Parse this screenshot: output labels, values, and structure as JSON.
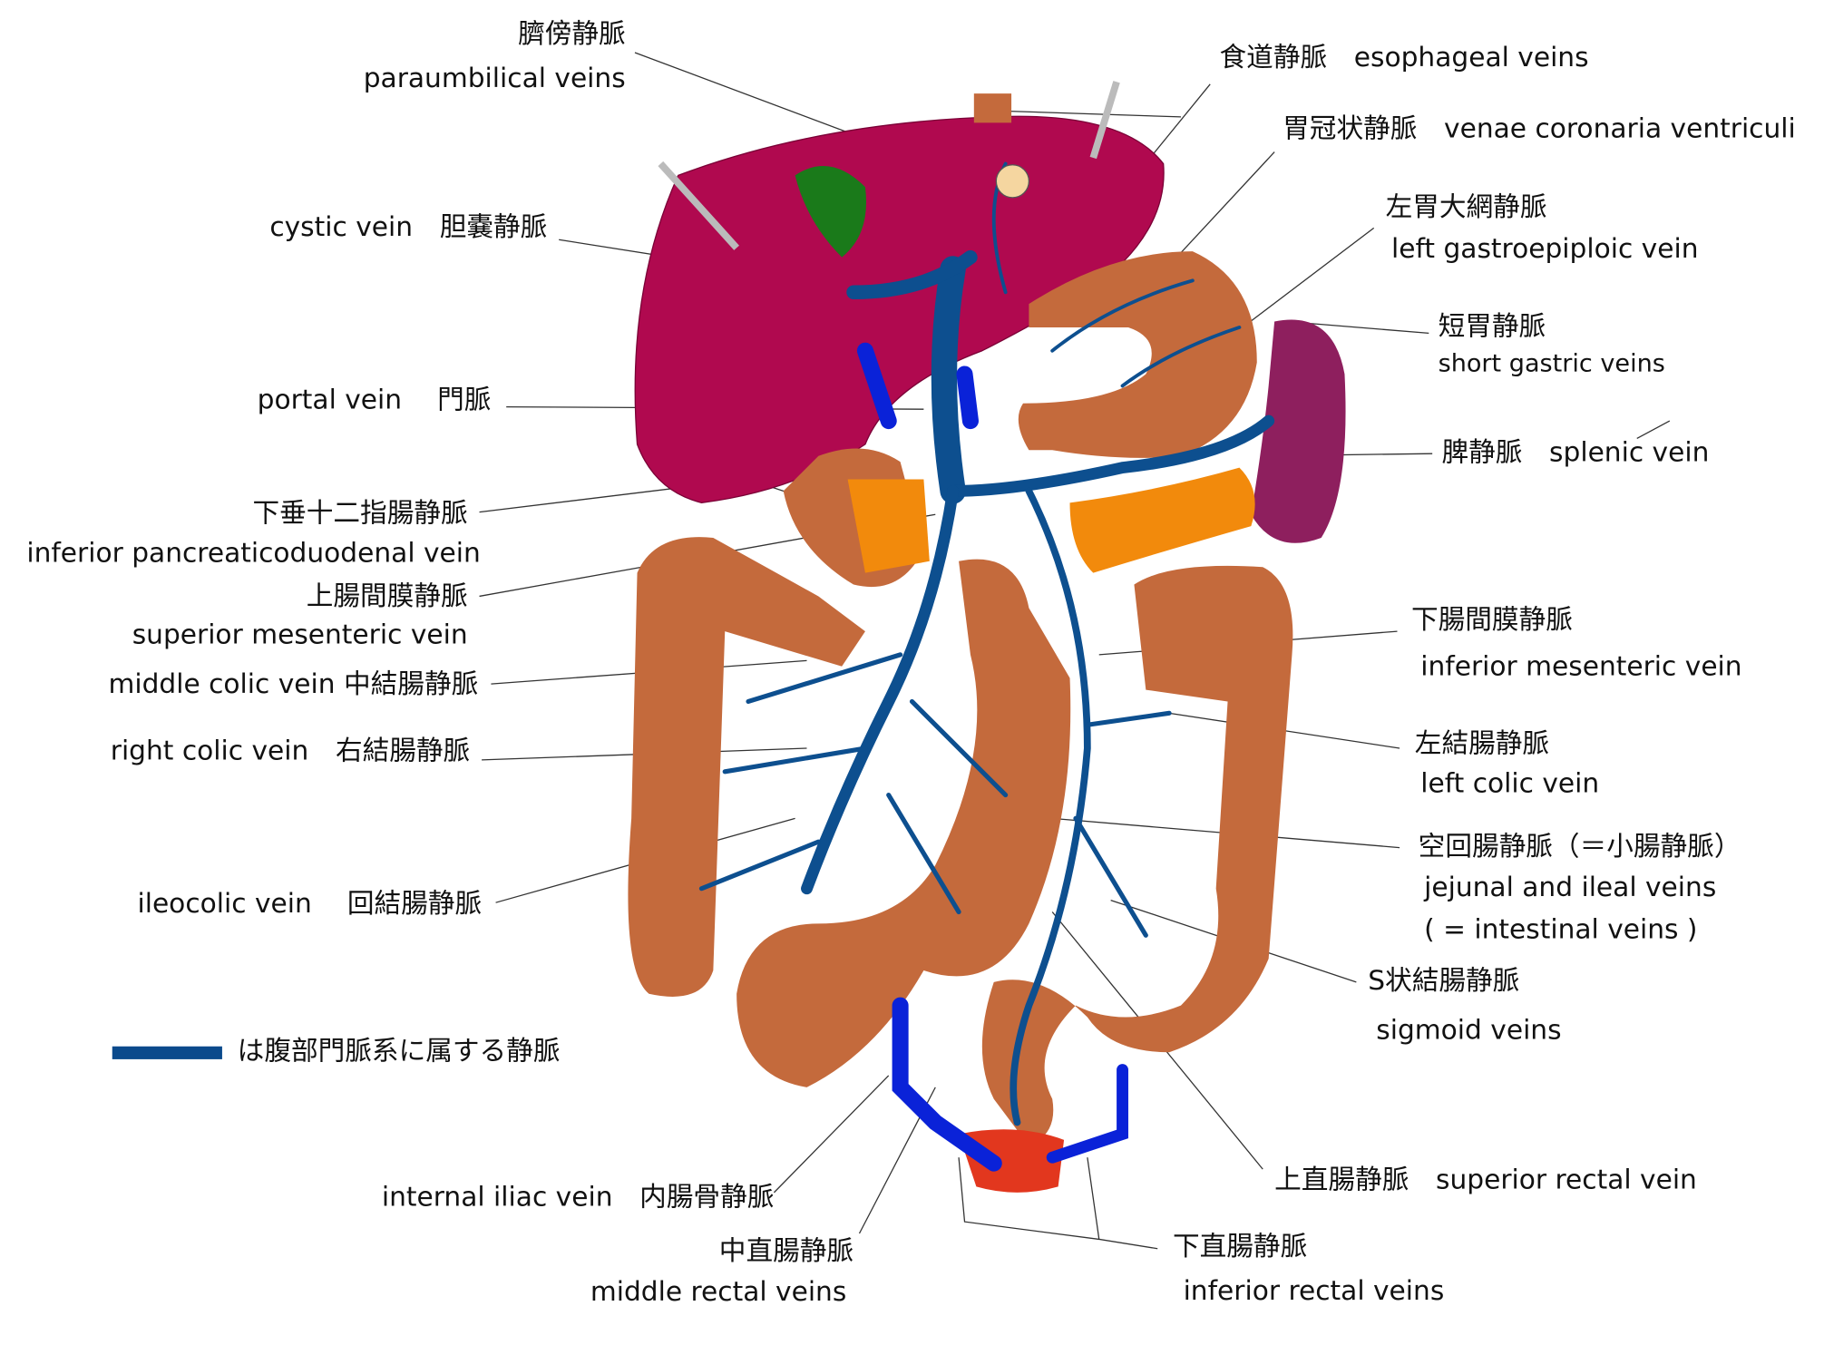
{
  "labels": {
    "paraumbilical_jp": "臍傍静脈",
    "paraumbilical_en": "paraumbilical veins",
    "esophageal": "食道静脈　esophageal veins",
    "coronaria": "胃冠状静脈　venae coronaria ventriculi",
    "gastroepiploic_jp": "左胃大網静脈",
    "gastroepiploic_en": "left gastroepiploic vein",
    "short_gastric_jp": "短胃静脈",
    "short_gastric_en": "short gastric veins",
    "splenic": "脾静脈　splenic vein",
    "cystic": "cystic vein　胆嚢静脈",
    "portal": "portal vein　 門脈",
    "inf_pancreatico_jp": "下垂十二指腸静脈",
    "inf_pancreatico_en": "inferior pancreaticoduodenal vein",
    "sup_mesenteric_jp": "上腸間膜静脈",
    "sup_mesenteric_en": "superior mesenteric vein",
    "middle_colic": "middle colic vein 中結腸静脈",
    "right_colic": "right colic vein　右結腸静脈",
    "ileocolic": "ileocolic vein　 回結腸静脈",
    "inf_mesenteric_jp": "下腸間膜静脈",
    "inf_mesenteric_en": "inferior mesenteric vein",
    "left_colic_jp": "左結腸静脈",
    "left_colic_en": "left colic vein",
    "jejunal_jp": "空回腸静脈（＝小腸静脈）",
    "jejunal_en": "jejunal and ileal veins",
    "jejunal_en2": "( = intestinal veins )",
    "sigmoid_jp": "S状結腸静脈",
    "sigmoid_en": "sigmoid veins",
    "internal_iliac": "internal iliac vein　内腸骨静脈",
    "middle_rectal_jp": "中直腸静脈",
    "middle_rectal_en": "middle rectal veins",
    "sup_rectal": "上直腸静脈　superior rectal vein",
    "inf_rectal_jp": "下直腸静脈",
    "inf_rectal_en": "inferior rectal veins"
  },
  "legend": {
    "text": "は腹部門脈系に属する静脈",
    "color": "#0a4a8c"
  },
  "colors": {
    "liver": "#b0094f",
    "gut": "#c46a3c",
    "spleen": "#8e1f5e",
    "pancreas": "#f28a0c",
    "portal_vein": "#0d4f8f",
    "systemic_vein": "#0a22d8",
    "gallbladder": "#1a7a1a"
  }
}
